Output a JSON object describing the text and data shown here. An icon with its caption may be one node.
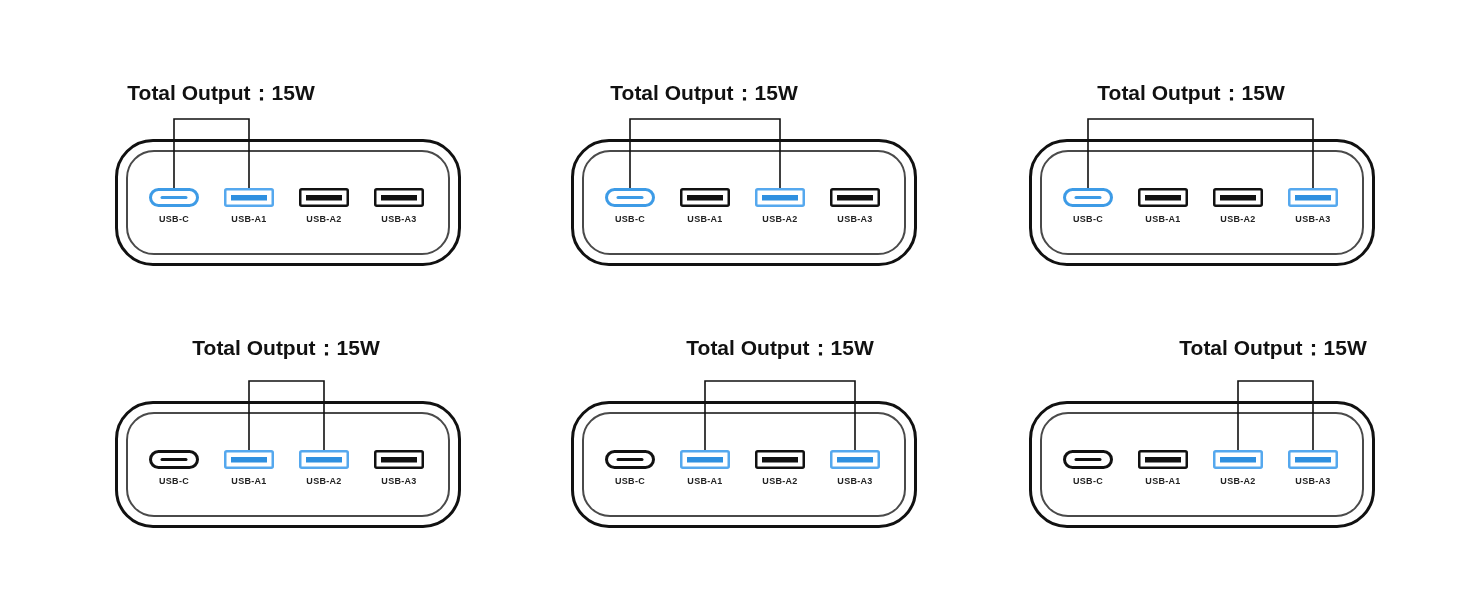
{
  "diagram": {
    "nodes": [
      {
        "text": [
          "Total Output：15W"
        ]
      },
      {
        "text": [],
        "shape": "box",
        "in": 0
      },
      {
        "text": [
          "USB-C"
        ],
        "in": 1
      },
      {
        "text": [
          "USB-A1"
        ],
        "in": 1
      },
      {
        "text": [
          "USB-A2"
        ],
        "in": 1
      },
      {
        "text": [
          "USB-A3"
        ],
        "in": 1
      },
      {
        "text": [
          "Total Output：15W"
        ]
      },
      {
        "text": [],
        "shape": "box",
        "in": 6
      },
      {
        "text": [
          "USB-C"
        ],
        "in": 7
      },
      {
        "text": [
          "USB-A1"
        ],
        "in": 7
      },
      {
        "text": [
          "USB-A2"
        ],
        "in": 7
      },
      {
        "text": [
          "USB-A3"
        ],
        "in": 7
      },
      {
        "text": [
          "Total Output：15W"
        ]
      },
      {
        "text": [],
        "shape": "box",
        "in": 12
      },
      {
        "text": [
          "USB-C"
        ],
        "in": 13
      },
      {
        "text": [
          "USB-A1"
        ],
        "in": 13
      },
      {
        "text": [
          "USB-A2"
        ],
        "in": 13
      },
      {
        "text": [
          "USB-A3"
        ],
        "in": 13
      },
      {
        "text": [
          "Total Output：15W"
        ]
      },
      {
        "text": [],
        "shape": "box",
        "in": 18
      },
      {
        "text": [
          "USB-C"
        ],
        "in": 19
      },
      {
        "text": [
          "USB-A1"
        ],
        "in": 19
      },
      {
        "text": [
          "USB-A2"
        ],
        "in": 19
      },
      {
        "text": [
          "USB-A3"
        ],
        "in": 19
      },
      {
        "text": [
          "Total Output：15W"
        ]
      },
      {
        "text": [],
        "shape": "box",
        "in": 24
      },
      {
        "text": [
          "USB-C"
        ],
        "in": 25
      },
      {
        "text": [
          "USB-A1"
        ],
        "in": 25
      },
      {
        "text": [
          "USB-A2"
        ],
        "in": 25
      },
      {
        "text": [
          "USB-A3"
        ],
        "in": 25
      },
      {
        "text": [
          "Total Output：15W"
        ]
      },
      {
        "text": [],
        "shape": "box",
        "in": 30
      },
      {
        "text": [
          "USB-C"
        ],
        "in": 31
      },
      {
        "text": [
          "USB-A1"
        ],
        "in": 31
      },
      {
        "text": [
          "USB-A2"
        ],
        "in": 31
      },
      {
        "text": [
          "USB-A3"
        ],
        "in": 31
      }
    ],
    "edges": [
      {
        "from": 2,
        "to": 3,
        "arrow": "none"
      },
      {
        "from": 8,
        "to": 10,
        "arrow": "none"
      },
      {
        "from": 14,
        "to": 17,
        "arrow": "none"
      },
      {
        "from": 21,
        "to": 22,
        "arrow": "none"
      },
      {
        "from": 27,
        "to": 29,
        "arrow": "none"
      },
      {
        "from": 34,
        "to": 35,
        "arrow": "none"
      }
    ]
  }
}
